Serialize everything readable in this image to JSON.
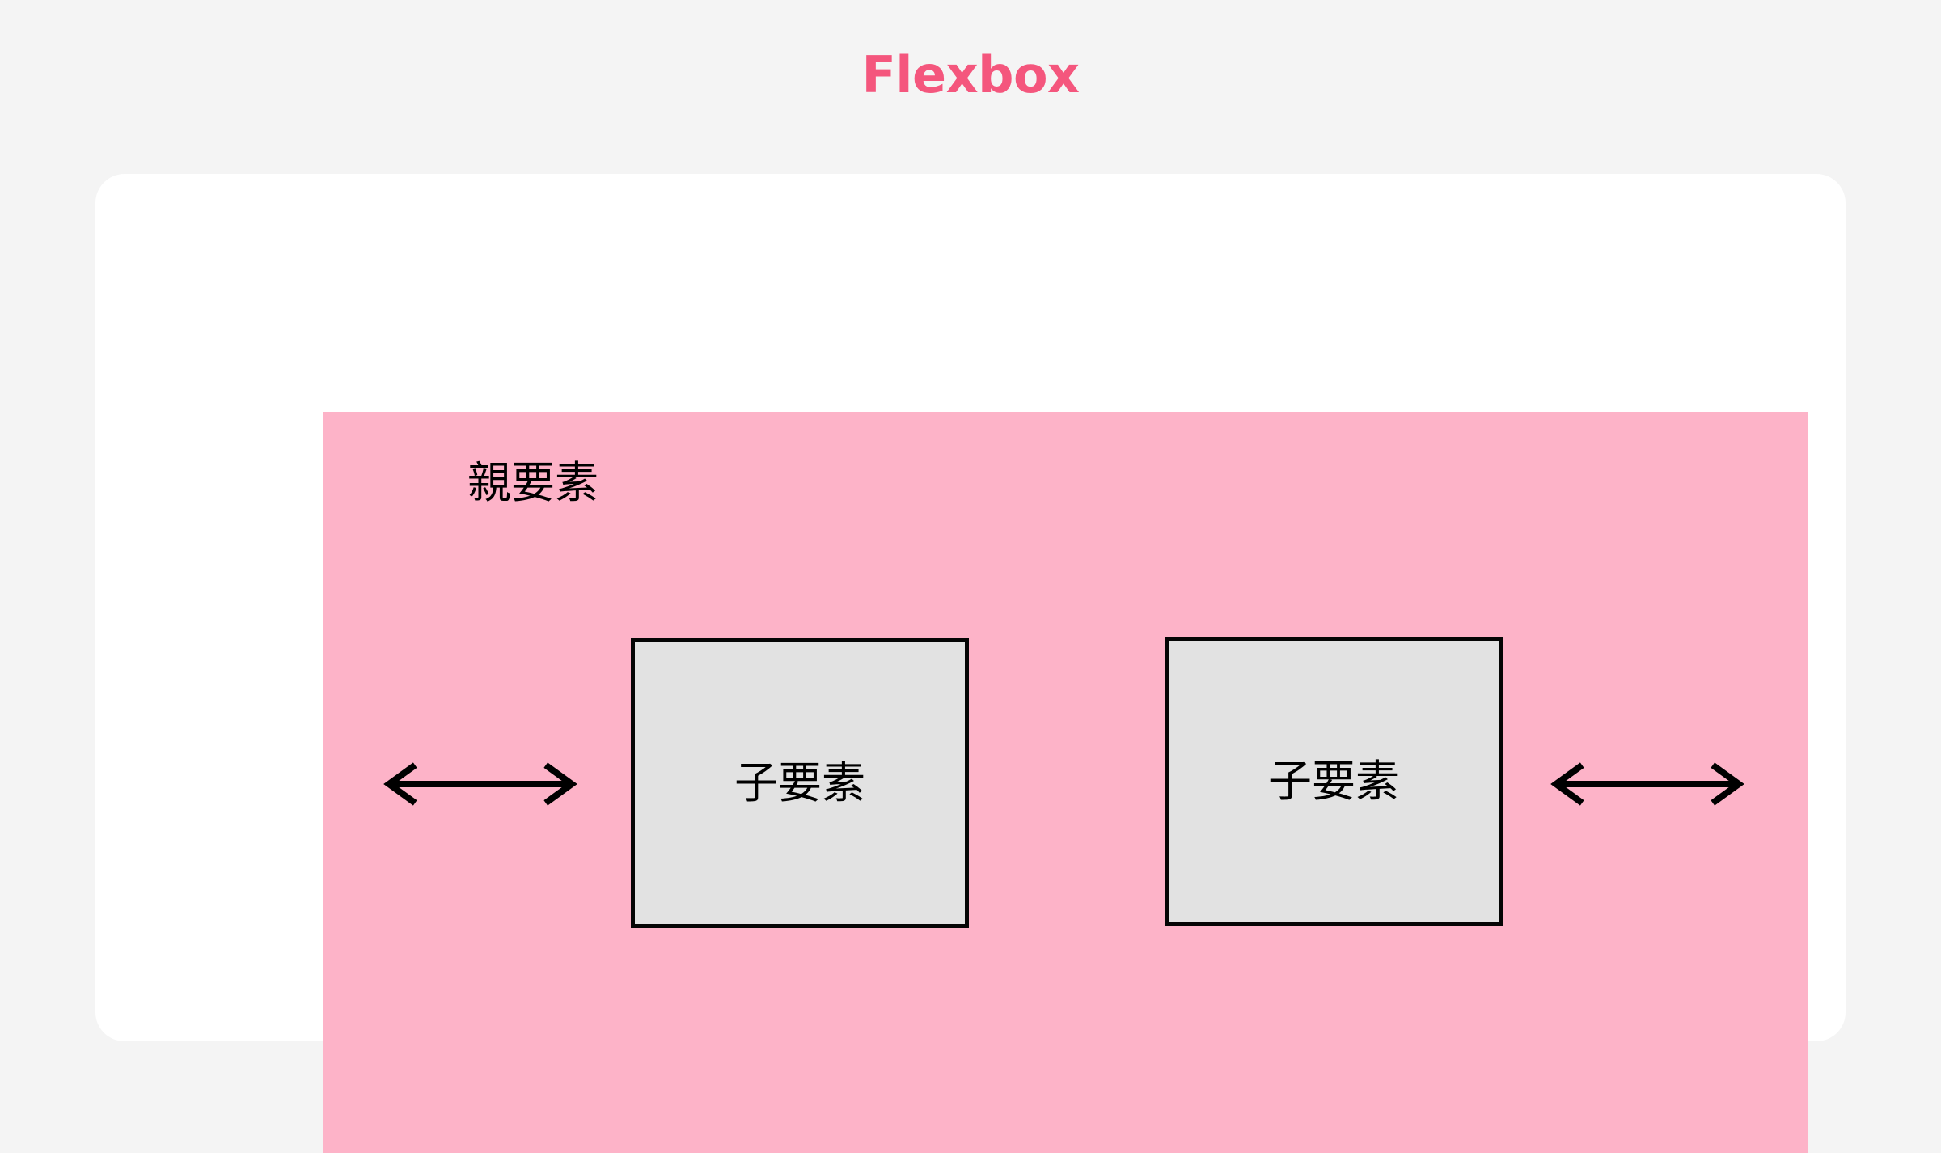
{
  "title": "Flexbox",
  "accent_color": "#f4567d",
  "background_color": "#f4f4f4",
  "card": {
    "background_color": "#ffffff"
  },
  "diagram": {
    "parent": {
      "label": "親要素",
      "background_color": "#fdb3c8"
    },
    "children": [
      {
        "label": "子要素",
        "background_color": "#e2e2e2",
        "border_color": "#050505"
      },
      {
        "label": "子要素",
        "background_color": "#e2e2e2",
        "border_color": "#050505"
      }
    ],
    "arrows": [
      {
        "name": "space-arrow-left",
        "direction": "both",
        "color": "#000000"
      },
      {
        "name": "space-arrow-right",
        "direction": "both",
        "color": "#000000"
      }
    ]
  }
}
